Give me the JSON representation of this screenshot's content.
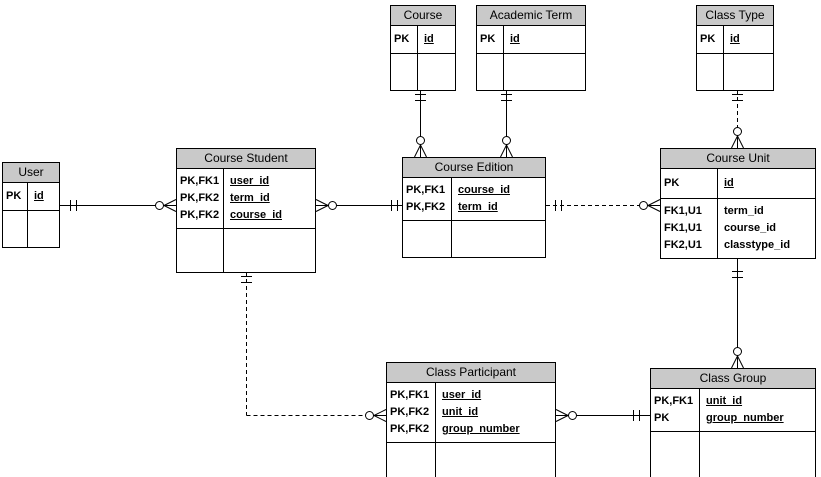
{
  "colors": {
    "entity_header": "#c9c9c9",
    "entity_border": "#000000",
    "line": "#000000",
    "background": "#ffffff"
  },
  "notation": "crow-foot",
  "entities": {
    "user": {
      "title": "User",
      "keys": [
        {
          "k": "PK",
          "n": "id"
        }
      ],
      "attrs": []
    },
    "course": {
      "title": "Course",
      "keys": [
        {
          "k": "PK",
          "n": "id"
        }
      ],
      "attrs": []
    },
    "academic_term": {
      "title": "Academic Term",
      "keys": [
        {
          "k": "PK",
          "n": "id"
        }
      ],
      "attrs": []
    },
    "class_type": {
      "title": "Class Type",
      "keys": [
        {
          "k": "PK",
          "n": "id"
        }
      ],
      "attrs": []
    },
    "course_student": {
      "title": "Course Student",
      "keys": [
        {
          "k": "PK,FK1",
          "n": "user_id"
        },
        {
          "k": "PK,FK2",
          "n": "term_id"
        },
        {
          "k": "PK,FK2",
          "n": "course_id"
        }
      ],
      "attrs": []
    },
    "course_edition": {
      "title": "Course Edition",
      "keys": [
        {
          "k": "PK,FK1",
          "n": "course_id"
        },
        {
          "k": "PK,FK2",
          "n": "term_id"
        }
      ],
      "attrs": []
    },
    "course_unit": {
      "title": "Course Unit",
      "keys": [
        {
          "k": "PK",
          "n": "id"
        }
      ],
      "attrs": [
        {
          "k": "FK1,U1",
          "n": "term_id"
        },
        {
          "k": "FK1,U1",
          "n": "course_id"
        },
        {
          "k": "FK2,U1",
          "n": "classtype_id"
        }
      ]
    },
    "class_participant": {
      "title": "Class Participant",
      "keys": [
        {
          "k": "PK,FK1",
          "n": "user_id"
        },
        {
          "k": "PK,FK2",
          "n": "unit_id"
        },
        {
          "k": "PK,FK2",
          "n": "group_number"
        }
      ],
      "attrs": []
    },
    "class_group": {
      "title": "Class Group",
      "keys": [
        {
          "k": "PK,FK1",
          "n": "unit_id"
        },
        {
          "k": "PK",
          "n": "group_number"
        }
      ],
      "attrs": []
    }
  },
  "relationships": [
    {
      "from": "User",
      "to": "Course Student",
      "from_card": "exactly one",
      "to_card": "zero or many",
      "style": "solid"
    },
    {
      "from": "Course Edition",
      "to": "Course Student",
      "from_card": "exactly one",
      "to_card": "zero or many",
      "style": "solid"
    },
    {
      "from": "Course",
      "to": "Course Edition",
      "from_card": "exactly one",
      "to_card": "zero or many",
      "style": "solid"
    },
    {
      "from": "Academic Term",
      "to": "Course Edition",
      "from_card": "exactly one",
      "to_card": "zero or many",
      "style": "solid"
    },
    {
      "from": "Class Type",
      "to": "Course Unit",
      "from_card": "exactly one",
      "to_card": "zero or many",
      "style": "dashed"
    },
    {
      "from": "Course Edition",
      "to": "Course Unit",
      "from_card": "exactly one",
      "to_card": "zero or many",
      "style": "dashed"
    },
    {
      "from": "Course Unit",
      "to": "Class Group",
      "from_card": "exactly one",
      "to_card": "zero or many",
      "style": "solid"
    },
    {
      "from": "Class Group",
      "to": "Class Participant",
      "from_card": "exactly one",
      "to_card": "zero or many",
      "style": "solid"
    },
    {
      "from": "Course Student",
      "to": "Class Participant",
      "from_card": "exactly one",
      "to_card": "zero or many",
      "style": "dashed"
    }
  ]
}
